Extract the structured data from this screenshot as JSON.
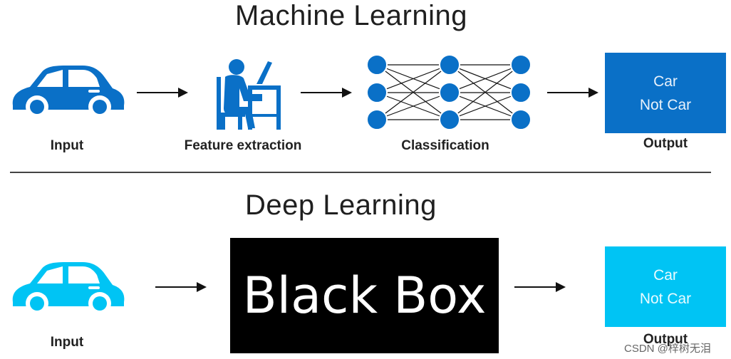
{
  "machine_learning": {
    "title": "Machine Learning",
    "input_label": "Input",
    "feature_label": "Feature extraction",
    "classification_label": "Classification",
    "output_label": "Output",
    "output_lines": [
      "Car",
      "Not Car"
    ]
  },
  "deep_learning": {
    "title": "Deep Learning",
    "input_label": "Input",
    "black_box_label": "Black Box",
    "output_label": "Output",
    "output_lines": [
      "Car",
      "Not Car"
    ]
  },
  "watermark": "CSDN @梓树无泪",
  "colors": {
    "ml_blue": "#0a70c7",
    "dl_cyan": "#00c4f4",
    "black_box": "#000000"
  },
  "icons": [
    "car-icon",
    "person-at-desk-icon",
    "neural-network-icon",
    "arrow-right-icon"
  ]
}
